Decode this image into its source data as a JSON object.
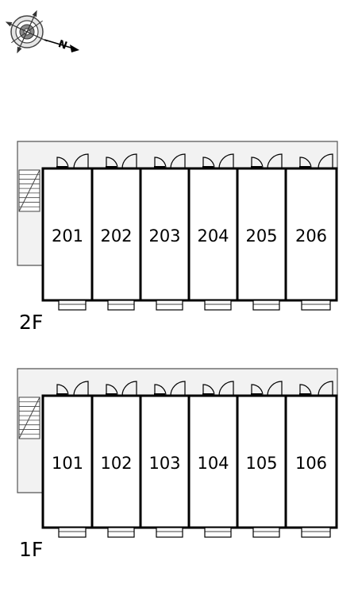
{
  "compass": {
    "icon": "compass-rose-icon",
    "north_letter": "N"
  },
  "floors": [
    {
      "label": "2F",
      "units": [
        "201",
        "202",
        "203",
        "204",
        "205",
        "206"
      ]
    },
    {
      "label": "1F",
      "units": [
        "101",
        "102",
        "103",
        "104",
        "105",
        "106"
      ]
    }
  ],
  "colors": {
    "ink": "#000000",
    "corridor": "#f2f2f2",
    "background": "#ffffff"
  }
}
